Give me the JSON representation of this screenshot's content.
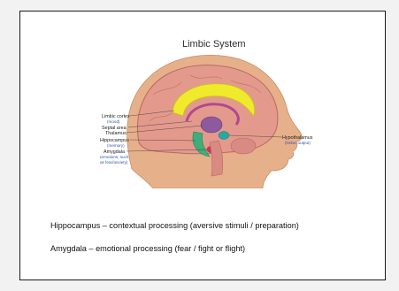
{
  "figure": {
    "title": "Limbic System",
    "labels": {
      "limbic_cortex": "Limbic cortex",
      "limbic_cortex_sub": "(mood)",
      "septal_area": "Septal area",
      "thalamus": "Thalamus",
      "hippocampus": "Hippocampus",
      "hippocampus_sub": "(memory)",
      "amygdala": "Amygdala",
      "amygdala_sub_1": "(emotions, such",
      "amygdala_sub_2": "as fear/anxiety)",
      "hypothalamus": "Hypothalamus",
      "hypothalamus_sub": "(limbic output)"
    }
  },
  "notes": [
    {
      "text": "Hippocampus – contextual processing (aversive stimuli / preparation)"
    },
    {
      "text": "Amygdala – emotional processing (fear / fight or flight)"
    }
  ]
}
